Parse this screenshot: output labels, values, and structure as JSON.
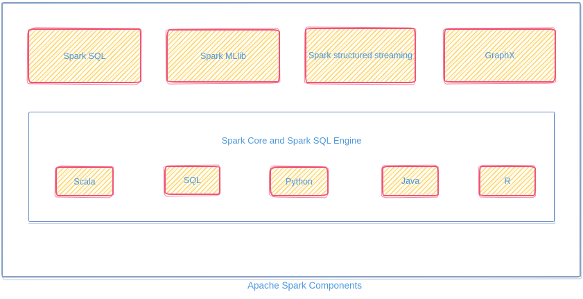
{
  "diagram": {
    "title": "Apache Spark Components",
    "top_components": [
      {
        "label": "Spark SQL"
      },
      {
        "label": "Spark MLlib"
      },
      {
        "label": "Spark structured streaming"
      },
      {
        "label": "GraphX"
      }
    ],
    "core": {
      "label": "Spark Core and Spark SQL Engine",
      "languages": [
        {
          "label": "Scala"
        },
        {
          "label": "SQL"
        },
        {
          "label": "Python"
        },
        {
          "label": "Java"
        },
        {
          "label": "R"
        }
      ]
    },
    "colors": {
      "label_text": "#4e98db",
      "box_border": "#f0547c",
      "box_hatch": "#fbcd5a",
      "outer_frame_border": "#86a0c3",
      "core_frame_border": "#6487c2",
      "background": "#ffffff"
    }
  }
}
